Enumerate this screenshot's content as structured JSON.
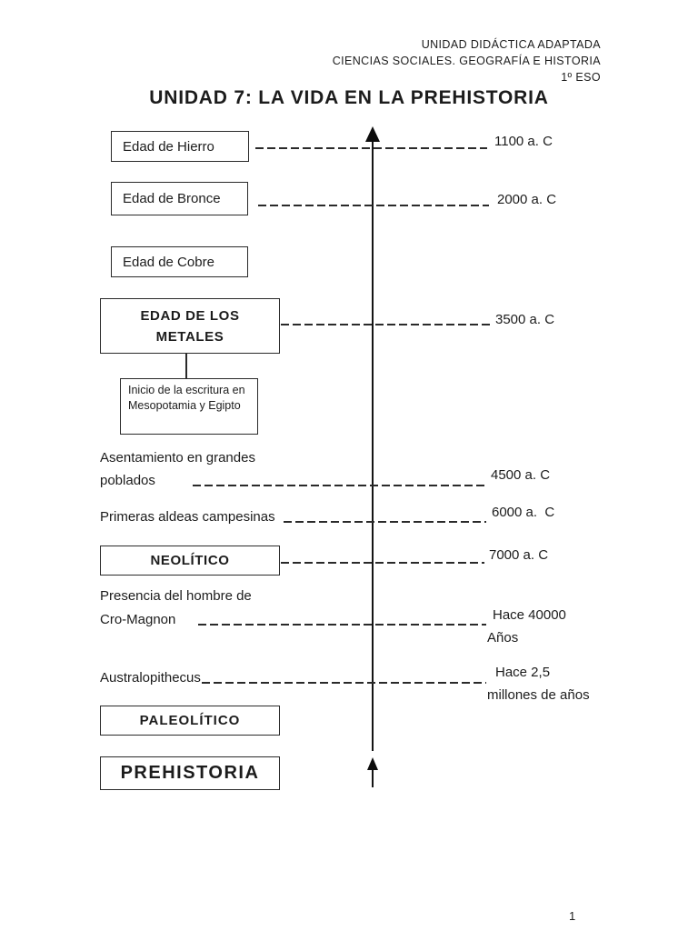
{
  "header": {
    "lines": [
      "UNIDAD DIDÁCTICA ADAPTADA",
      "CIENCIAS SOCIALES. GEOGRAFÍA E HISTORIA",
      "1º ESO"
    ]
  },
  "title": "UNIDAD 7: LA VIDA EN LA PREHISTORIA",
  "timeline": {
    "iron": {
      "label": "Edad de Hierro",
      "date": "1100 a. C"
    },
    "bronze": {
      "label": "Edad de Bronce",
      "date": "2000 a. C"
    },
    "copper": {
      "label": "Edad de Cobre"
    },
    "metals": {
      "label": "EDAD DE LOS METALES",
      "date": "3500 a. C"
    },
    "writing": {
      "label": "Inicio de la escritura en Mesopotamia y Egipto"
    },
    "settlements": {
      "label_line1": "Asentamiento en grandes",
      "label_line2": "poblados",
      "date": "4500 a. C"
    },
    "villages": {
      "label": "Primeras aldeas campesinas",
      "date": "6000 a.  C"
    },
    "neolithic": {
      "label": "NEOLÍTICO",
      "date": "7000 a. C"
    },
    "cromagnon": {
      "label_line1": "Presencia del hombre de",
      "label_line2": "Cro-Magnon",
      "date_line1": "Hace 40000",
      "date_line2": "Años"
    },
    "australopithecus": {
      "label": "Australopithecus",
      "date_line1": "Hace 2,5",
      "date_line2": "millones de años"
    },
    "paleolithic": {
      "label": "PALEOLÍTICO"
    },
    "prehistory": {
      "label": "PREHISTORIA"
    }
  },
  "footer": {
    "page_number": "1"
  }
}
